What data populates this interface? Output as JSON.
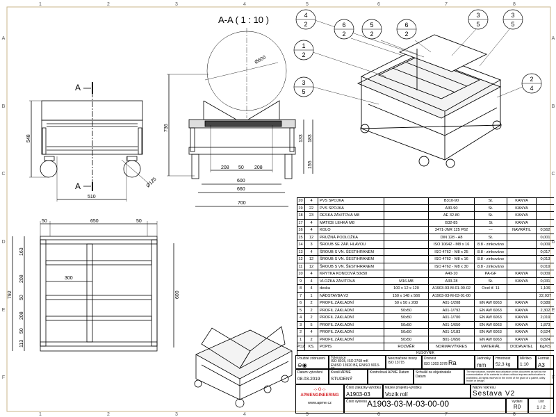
{
  "grid": {
    "rows": [
      "A",
      "B",
      "C",
      "D",
      "E",
      "F"
    ],
    "cols": [
      "1",
      "2",
      "3",
      "4",
      "5",
      "6",
      "7",
      "8"
    ]
  },
  "views": {
    "section_title": "A-A ( 1 : 10 )",
    "section_mark": "A",
    "front": {
      "height": "548",
      "wheelbase": "510",
      "wheel_dia": "Ø125"
    },
    "section": {
      "height": "736",
      "drum": "Ø600",
      "d208a": "208",
      "d50": "50",
      "d208b": "208",
      "w600": "600",
      "w660": "660",
      "w700": "700",
      "h133": "133",
      "h183": "183",
      "h155": "155"
    },
    "top": {
      "w50a": "50",
      "w650": "650",
      "w50b": "50",
      "h792": "792",
      "h600": "600",
      "d300": "300",
      "s163": "163",
      "s208a": "208",
      "s50a": "50",
      "s208b": "208",
      "s50b": "50",
      "s113": "113"
    }
  },
  "balloons": [
    {
      "top": "4",
      "bottom": "2"
    },
    {
      "top": "6",
      "bottom": "2"
    },
    {
      "top": "5",
      "bottom": "2"
    },
    {
      "top": "6",
      "bottom": "2"
    },
    {
      "top": "3",
      "bottom": "5"
    },
    {
      "top": "3",
      "bottom": "5"
    },
    {
      "top": "1",
      "bottom": "2"
    },
    {
      "top": "3",
      "bottom": "5"
    },
    {
      "top": "2",
      "bottom": "4"
    }
  ],
  "bom": {
    "rows": [
      [
        "20",
        "4",
        "PVS SPOJKA",
        "",
        "B310-90",
        "St.",
        "KANYA",
        ""
      ],
      [
        "19",
        "22",
        "PVS SPOJKA",
        "",
        "A30-90",
        "St.",
        "KANYA",
        ""
      ],
      [
        "18",
        "23",
        "DESKA ZÁVITOVÁ M8",
        "",
        "AE 32-80",
        "St.",
        "KANYA",
        ""
      ],
      [
        "17",
        "4",
        "MATICE LEHKÁ M8",
        "",
        "B32-85",
        "St",
        "KANYA",
        ""
      ],
      [
        "16",
        "4",
        "KOLO",
        "",
        "3471-JNR 125 P62",
        "---",
        "NAVRÁTIL",
        "0,562"
      ],
      [
        "15",
        "12",
        "PRUŽNÁ PODLOŽKA",
        "",
        "DIN 128 - A8",
        "St.",
        "",
        "0,001"
      ],
      [
        "14",
        "3",
        "ŠROUB SE ZÁP. HLAVOU",
        "",
        "ISO 10642 - M8 x 16",
        "8.8 - zinkováno",
        "",
        "0,009"
      ],
      [
        "13",
        "4",
        "ŠROUB S VN. ŠESTIHRANEM",
        "",
        "ISO 4762 - M8 x 25",
        "8.8 - zinkováno",
        "",
        "0,017"
      ],
      [
        "12",
        "12",
        "ŠROUB S VN. ŠESTIHRANEM",
        "",
        "ISO 4762 - M8 x 16",
        "8.8 - zinkováno",
        "",
        "0,013"
      ],
      [
        "11",
        "12",
        "ŠROUB S VN. ŠESTIHRANEM",
        "",
        "ISO 4762 - M8 x 30",
        "8.8 - zinkováno",
        "",
        "0,019"
      ],
      [
        "10",
        "4",
        "KRYTKA KONCOVÁ 50x50",
        "",
        "A40-10",
        "PA-GF",
        "KANYA",
        "0,009"
      ],
      [
        "9",
        "4",
        "VLOŽKA ZÁVITOVÁ",
        "M16-M8",
        "A33-28",
        "St.",
        "KANYA",
        "0,031"
      ],
      [
        "8",
        "4",
        "deska",
        "100 x 12 x 120",
        "A1903-03-M-01-00-02",
        "Ocel tř. 11",
        "",
        "1,106"
      ],
      [
        "7",
        "1",
        "NÁDSTAVBA V2",
        "150 x 148 x 566",
        "A1903-03-M-03-01-00",
        "",
        "",
        "22,037"
      ],
      [
        "6",
        "2",
        "PROFIL ZÁKLADNÍ",
        "50 x 50 x 208",
        "A01-1/208",
        "EN AW 6063",
        "KANYA",
        "0,589"
      ],
      [
        "5",
        "2",
        "PROFIL ZÁKLADNÍ",
        "50x50",
        "A01-1/792",
        "EN AW 6063",
        "KANYA",
        "2,302"
      ],
      [
        "4",
        "2",
        "PROFIL ZÁKLADNÍ",
        "50x50",
        "A01-1/700",
        "EN AW 6063",
        "KANYA",
        "2,019"
      ],
      [
        "3",
        "5",
        "PROFIL ZÁKLADNÍ",
        "50x50",
        "A01-1/650",
        "EN AW 6063",
        "KANYA",
        "1,873"
      ],
      [
        "2",
        "4",
        "PROFIL ZÁKLADNÍ",
        "50x50",
        "A01-1/183",
        "EN AW 6063",
        "KANYA",
        "0,524"
      ],
      [
        "1",
        "2",
        "PROFIL ZÁKLADNÍ",
        "50x50",
        "B01-1/650",
        "EN AW 6063",
        "KANYA",
        "0,824"
      ]
    ],
    "header": [
      "POZ.",
      "KS.",
      "POPIS",
      "ROZMĚR",
      "NORMA/VÝKRES",
      "MATERIÁL",
      "DODAVATEL",
      "Kg/KS"
    ],
    "caption": "KUSOVNÍK"
  },
  "title_block": {
    "projection_label": "Použité zobrazení",
    "tolerance_label": "Tolerance",
    "tolerance_value": "ISO 8015, ISO 2768 mK\nENISO 13920 BF, ENISO 9013-33",
    "edges_label": "Neoznačené hrany",
    "edges_value": "ISO 13715",
    "roughness_label": "Drsnost",
    "roughness_value": "ISO 1302:1978",
    "roughness_symbol": "Ra",
    "units_label": "Jednotky",
    "units_value": "mm",
    "mass_label": "Hmotnost",
    "mass_value": "52,3 kg",
    "scale_label": "Měřítko",
    "scale_value": "1:10",
    "format_label": "Formát",
    "format_value": "A3",
    "date_label": "Datum vytvoření",
    "date_value": "08.03.2019",
    "drawn_label": "Kreslil APME",
    "drawn_value": "STUDENÝ",
    "checked_label": "Kontroloval APME",
    "checked_date_label": "Datum",
    "approved_label": "Schválil za objednatele",
    "approved_date_label": "Datum",
    "copyright": "The reproduction, transfer and utilization of this document as well as the communication of its contents to others without express authorization is prohibited. All rights reserved in the event of the grant of a patent, utility model or design.",
    "order_label": "Číslo zakázky-výrobku",
    "order_value": "A1903-03",
    "project_label": "Název projektu-výrobku",
    "project_value": "Vozík rolí",
    "drawing_name_label": "Název výkresu",
    "drawing_name_value": "Sestava V2",
    "drawing_no_label": "Číslo výkresu",
    "drawing_no_value": "A1903-03-M-03-00-00",
    "revision_label": "Vydání",
    "revision_value": "R0",
    "sheet_label": "List",
    "sheet_value": "1 / 2",
    "company": "APMENGINEERING",
    "website": "www.apme.cz",
    "brand_color": "#d6262b"
  }
}
